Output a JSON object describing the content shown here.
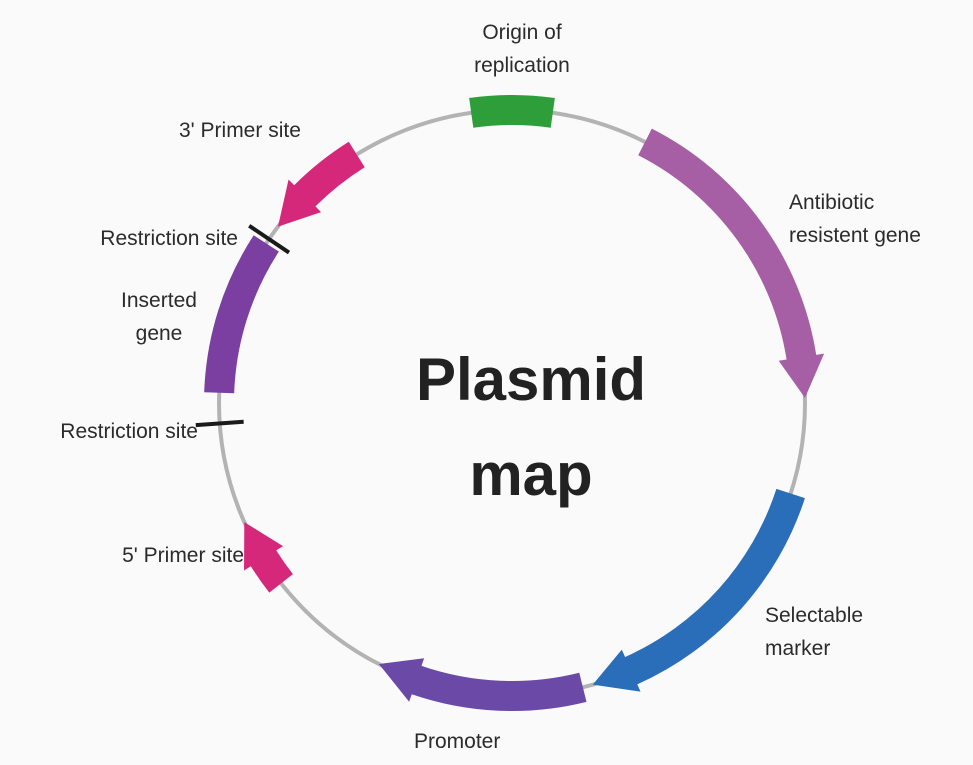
{
  "title": {
    "line1": "Plasmid",
    "line2": "map"
  },
  "colors": {
    "backbone": "#b3b3b3",
    "origin": "#2e9e3b",
    "antibiotic": "#a65fa4",
    "selectable": "#2a6db8",
    "promoter": "#6a4aa6",
    "primer": "#d6287a",
    "inserted": "#7b3fa1",
    "restriction": "#1a1a1a"
  },
  "labels": {
    "origin": [
      "Origin of",
      "replication"
    ],
    "antibiotic": [
      "Antibiotic",
      "resistent gene"
    ],
    "selectable": [
      "Selectable",
      "marker"
    ],
    "promoter": "Promoter",
    "primer5": "5' Primer site",
    "restriction_lower": "Restriction site",
    "inserted": [
      "Inserted",
      "gene"
    ],
    "restriction_upper": "Restriction site",
    "primer3": "3' Primer site"
  }
}
